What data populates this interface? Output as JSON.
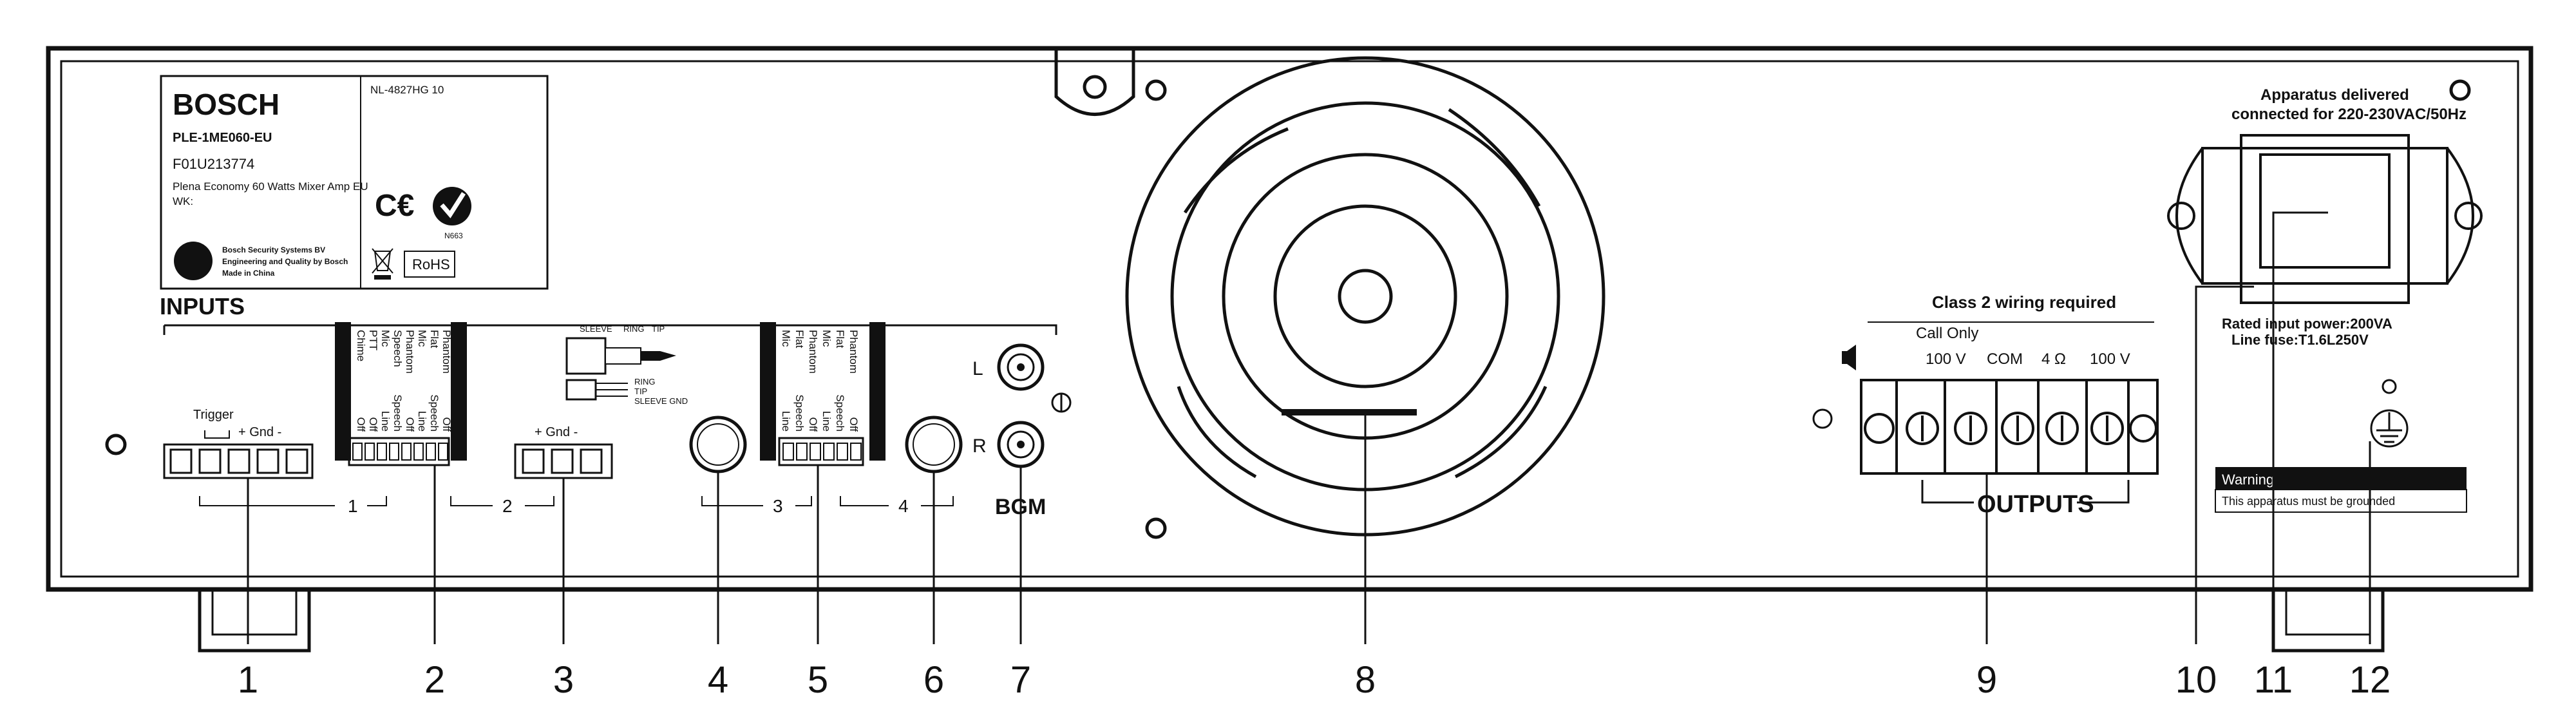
{
  "label_plate": {
    "brand": "BOSCH",
    "model": "PLE-1ME060-EU",
    "reg_number": "NL-4827HG 10",
    "part_number": "F01U213774",
    "description": "Plena Economy 60 Watts Mixer Amp EU",
    "wk": "WK:",
    "ce_mark": "C€",
    "tick_code": "N663",
    "company_line1": "Bosch Security Systems BV",
    "company_line2": "Engineering and Quality by Bosch",
    "company_line3": "Made in China",
    "rohs": "RoHS"
  },
  "inputs_section": {
    "title": "INPUTS",
    "trigger_label": "Trigger",
    "gnd_label": "+ Gnd -",
    "input1_label": "1",
    "input2_label": "2",
    "input3_label": "3",
    "input4_label": "4",
    "dip1_top": [
      "Chime",
      "PTT",
      "Mic",
      "Speech",
      "Phantom",
      "Mic",
      "Flat",
      "Phantom"
    ],
    "dip1_bottom": [
      "Off",
      "Off",
      "Line",
      "Speech",
      "Off",
      "Line",
      "Speech",
      "Off"
    ],
    "dip2_top": [
      "Mic",
      "Flat",
      "Phantom",
      "Mic",
      "Flat",
      "Phantom"
    ],
    "dip2_bottom": [
      "Line",
      "Speech",
      "Off",
      "Line",
      "Speech",
      "Off"
    ],
    "jack_labels": [
      "SLEEVE",
      "RING",
      "TIP"
    ],
    "jack_pins": [
      "RING",
      "TIP",
      "SLEEVE GND"
    ],
    "bgm_label": "BGM",
    "bgm_left": "L",
    "bgm_right": "R"
  },
  "outputs_section": {
    "class_note": "Class 2 wiring required",
    "call_only": "Call Only",
    "terminals": [
      "100 V",
      "COM",
      "4 Ω",
      "100 V"
    ],
    "title": "OUTPUTS"
  },
  "power_section": {
    "delivered_line1": "Apparatus delivered",
    "delivered_line2": "connected for 220-230VAC/50Hz",
    "rated_line1": "Rated input power:200VA",
    "rated_line2": "Line fuse:T1.6L250V",
    "warning_title": "Warning",
    "warning_text": "This apparatus must be grounded"
  },
  "callouts": [
    "1",
    "2",
    "3",
    "4",
    "5",
    "6",
    "7",
    "8",
    "9",
    "10",
    "11",
    "12"
  ]
}
